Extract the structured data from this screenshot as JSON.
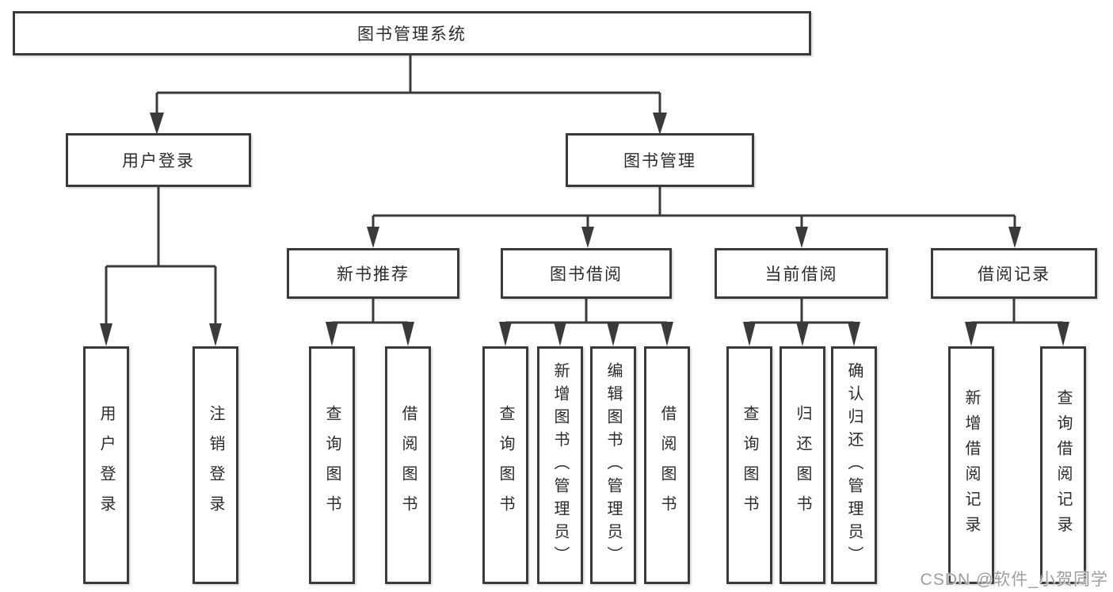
{
  "diagram": {
    "title": "图书管理系统",
    "colors": {
      "line": "#3a3a3a",
      "border": "#3a3a3a",
      "text": "#2b2b2b",
      "background": "#ffffff",
      "watermark_gray": "#9e9e9e"
    },
    "root": {
      "label": "图书管理系统"
    },
    "level2": [
      {
        "label": "用户登录"
      },
      {
        "label": "图书管理"
      }
    ],
    "level3": [
      {
        "label": "新书推荐"
      },
      {
        "label": "图书借阅"
      },
      {
        "label": "当前借阅"
      },
      {
        "label": "借阅记录"
      }
    ],
    "leaves": {
      "login": [
        "用户登录",
        "注销登录"
      ],
      "recommend": [
        "查询图书",
        "借阅图书"
      ],
      "borrow": [
        "查询图书",
        "新增图书（管理员）",
        "编辑图书（管理员）",
        "借阅图书"
      ],
      "current": [
        "查询图书",
        "归还图书",
        "确认归还（管理员）"
      ],
      "records": [
        "新增借阅记录",
        "查询借阅记录"
      ]
    }
  },
  "watermark": {
    "text": "CSDN @软件_小贺同学"
  }
}
